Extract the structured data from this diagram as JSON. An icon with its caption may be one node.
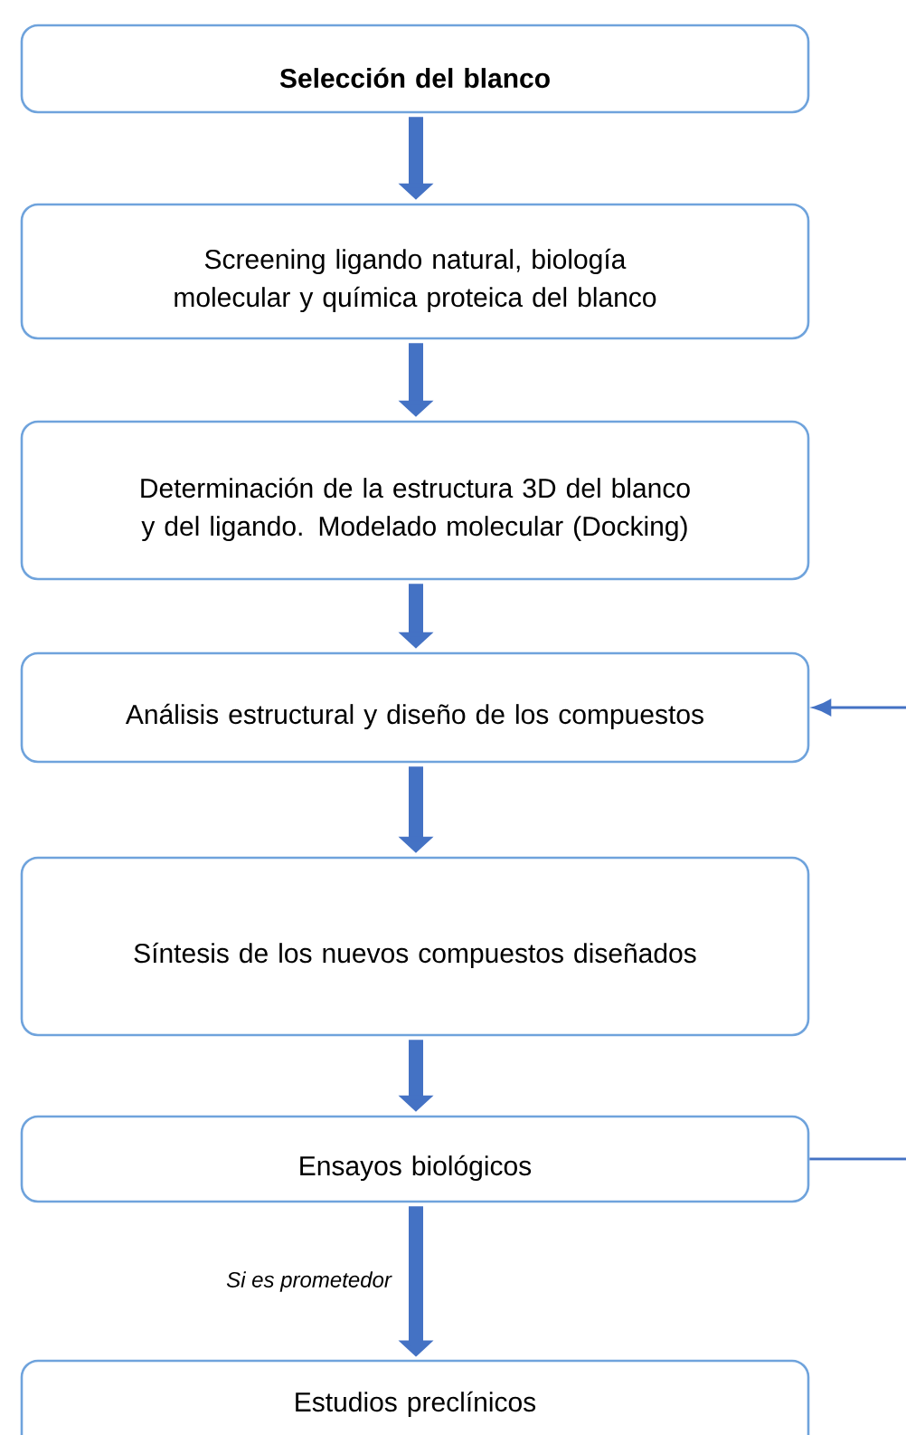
{
  "diagram": {
    "nodes": [
      {
        "text": [
          "Selección del blanco"
        ]
      },
      {
        "text": [
          "Screening ligando natural, biología molecular y química proteica del blanco"
        ]
      },
      {
        "text": [
          "Determinación de la estructura 3D del blanco y del ligando. Modelado molecular (Docking)"
        ]
      },
      {
        "text": [
          "Análisis estructural y diseño de los compuestos"
        ]
      },
      {
        "text": [
          "Síntesis de los nuevos compuestos diseñados"
        ]
      },
      {
        "text": [
          "Ensayos biológicos"
        ]
      },
      {
        "text": [
          "Estudios preclínicos"
        ]
      }
    ],
    "edges": [
      {
        "from": 0,
        "to": 1,
        "arrow": "to"
      },
      {
        "from": 1,
        "to": 2,
        "arrow": "to"
      },
      {
        "from": 2,
        "to": 3,
        "arrow": "to"
      },
      {
        "from": 3,
        "to": 4,
        "arrow": "to"
      },
      {
        "from": 4,
        "to": 5,
        "arrow": "to"
      },
      {
        "from": 5,
        "to": 6,
        "arrow": "to",
        "label": "Si es prometedor"
      },
      {
        "from": 5,
        "to": 3,
        "arrow": "to"
      }
    ]
  }
}
